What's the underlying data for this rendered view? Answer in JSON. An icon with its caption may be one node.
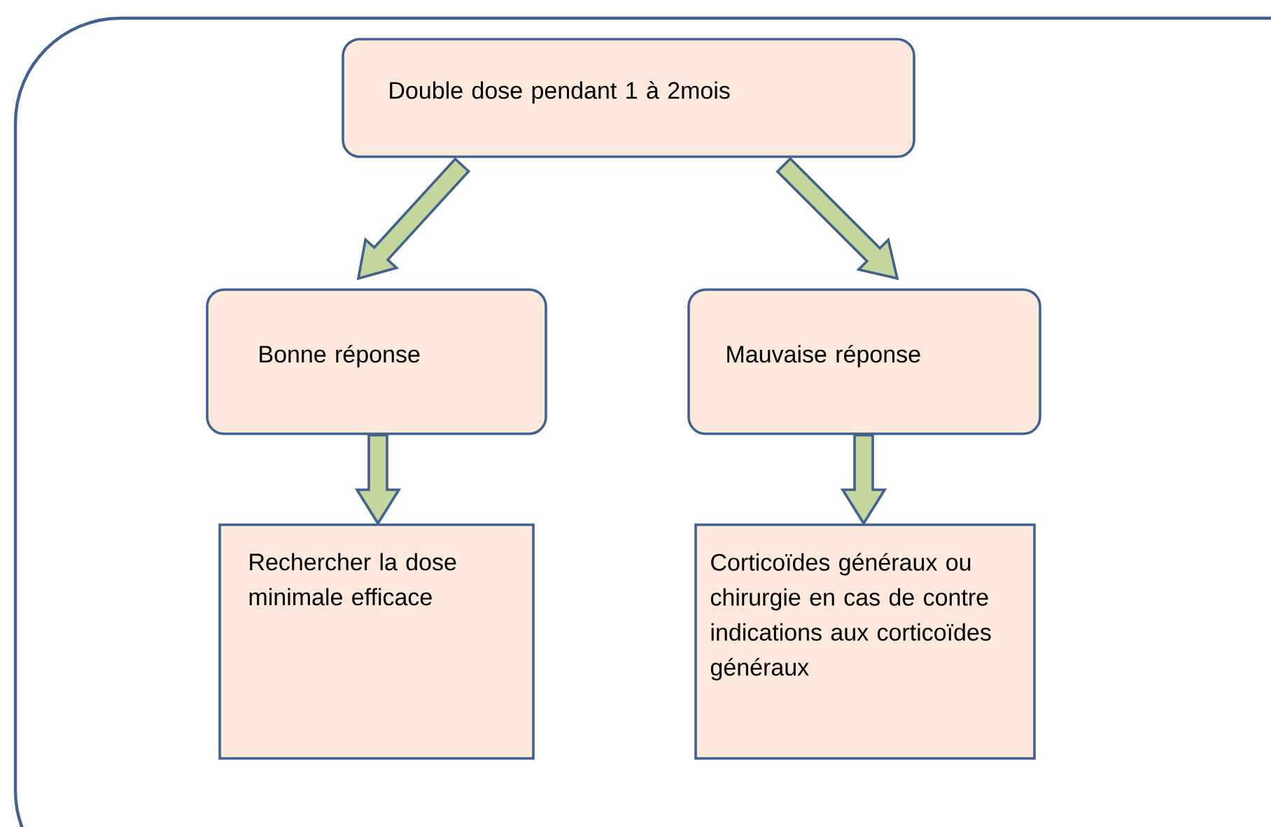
{
  "diagram": {
    "nodes": [
      {
        "text": [
          "Double dose pendant 1 à 2mois"
        ]
      },
      {
        "text": [
          "Bonne réponse"
        ]
      },
      {
        "text": [
          "Mauvaise réponse"
        ]
      },
      {
        "text": [
          "Rechercher la dose minimale efficace"
        ]
      },
      {
        "text": [
          "Corticoïdes généraux ou chirurgie en cas de contre indications aux corticoïdes généraux"
        ]
      }
    ],
    "edges": [
      {
        "from": 0,
        "to": 1,
        "arrow": "to"
      },
      {
        "from": 0,
        "to": 2,
        "arrow": "to"
      },
      {
        "from": 1,
        "to": 3,
        "arrow": "to"
      },
      {
        "from": 2,
        "to": 4,
        "arrow": "to"
      }
    ]
  }
}
